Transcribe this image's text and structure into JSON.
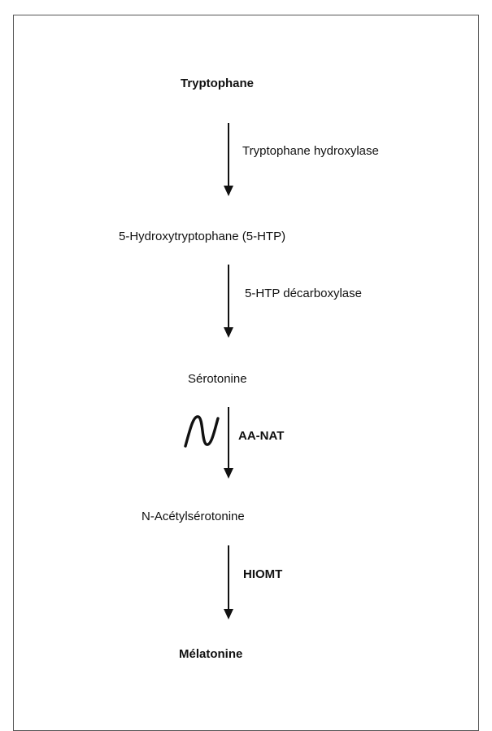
{
  "diagram": {
    "compounds": [
      {
        "id": "tryptophane",
        "label": "Tryptophane",
        "bold": true
      },
      {
        "id": "5htp",
        "label": "5-Hydroxytryptophane (5-HTP)",
        "bold": false
      },
      {
        "id": "serotonine",
        "label": "Sérotonine",
        "bold": false
      },
      {
        "id": "n-acetylserotonine",
        "label": "N-Acétylsérotonine",
        "bold": false
      },
      {
        "id": "melatonine",
        "label": "Mélatonine",
        "bold": true
      }
    ],
    "steps": [
      {
        "enzyme": "Tryptophane hydroxylase",
        "bold": false
      },
      {
        "enzyme": "5-HTP décarboxylase",
        "bold": false
      },
      {
        "enzyme": "AA-NAT",
        "bold": true,
        "rhythm_icon": "sine-wave-icon"
      },
      {
        "enzyme": "HIOMT",
        "bold": true
      }
    ],
    "colors": {
      "ink": "#111111",
      "frame": "#555555",
      "background": "#ffffff"
    }
  }
}
